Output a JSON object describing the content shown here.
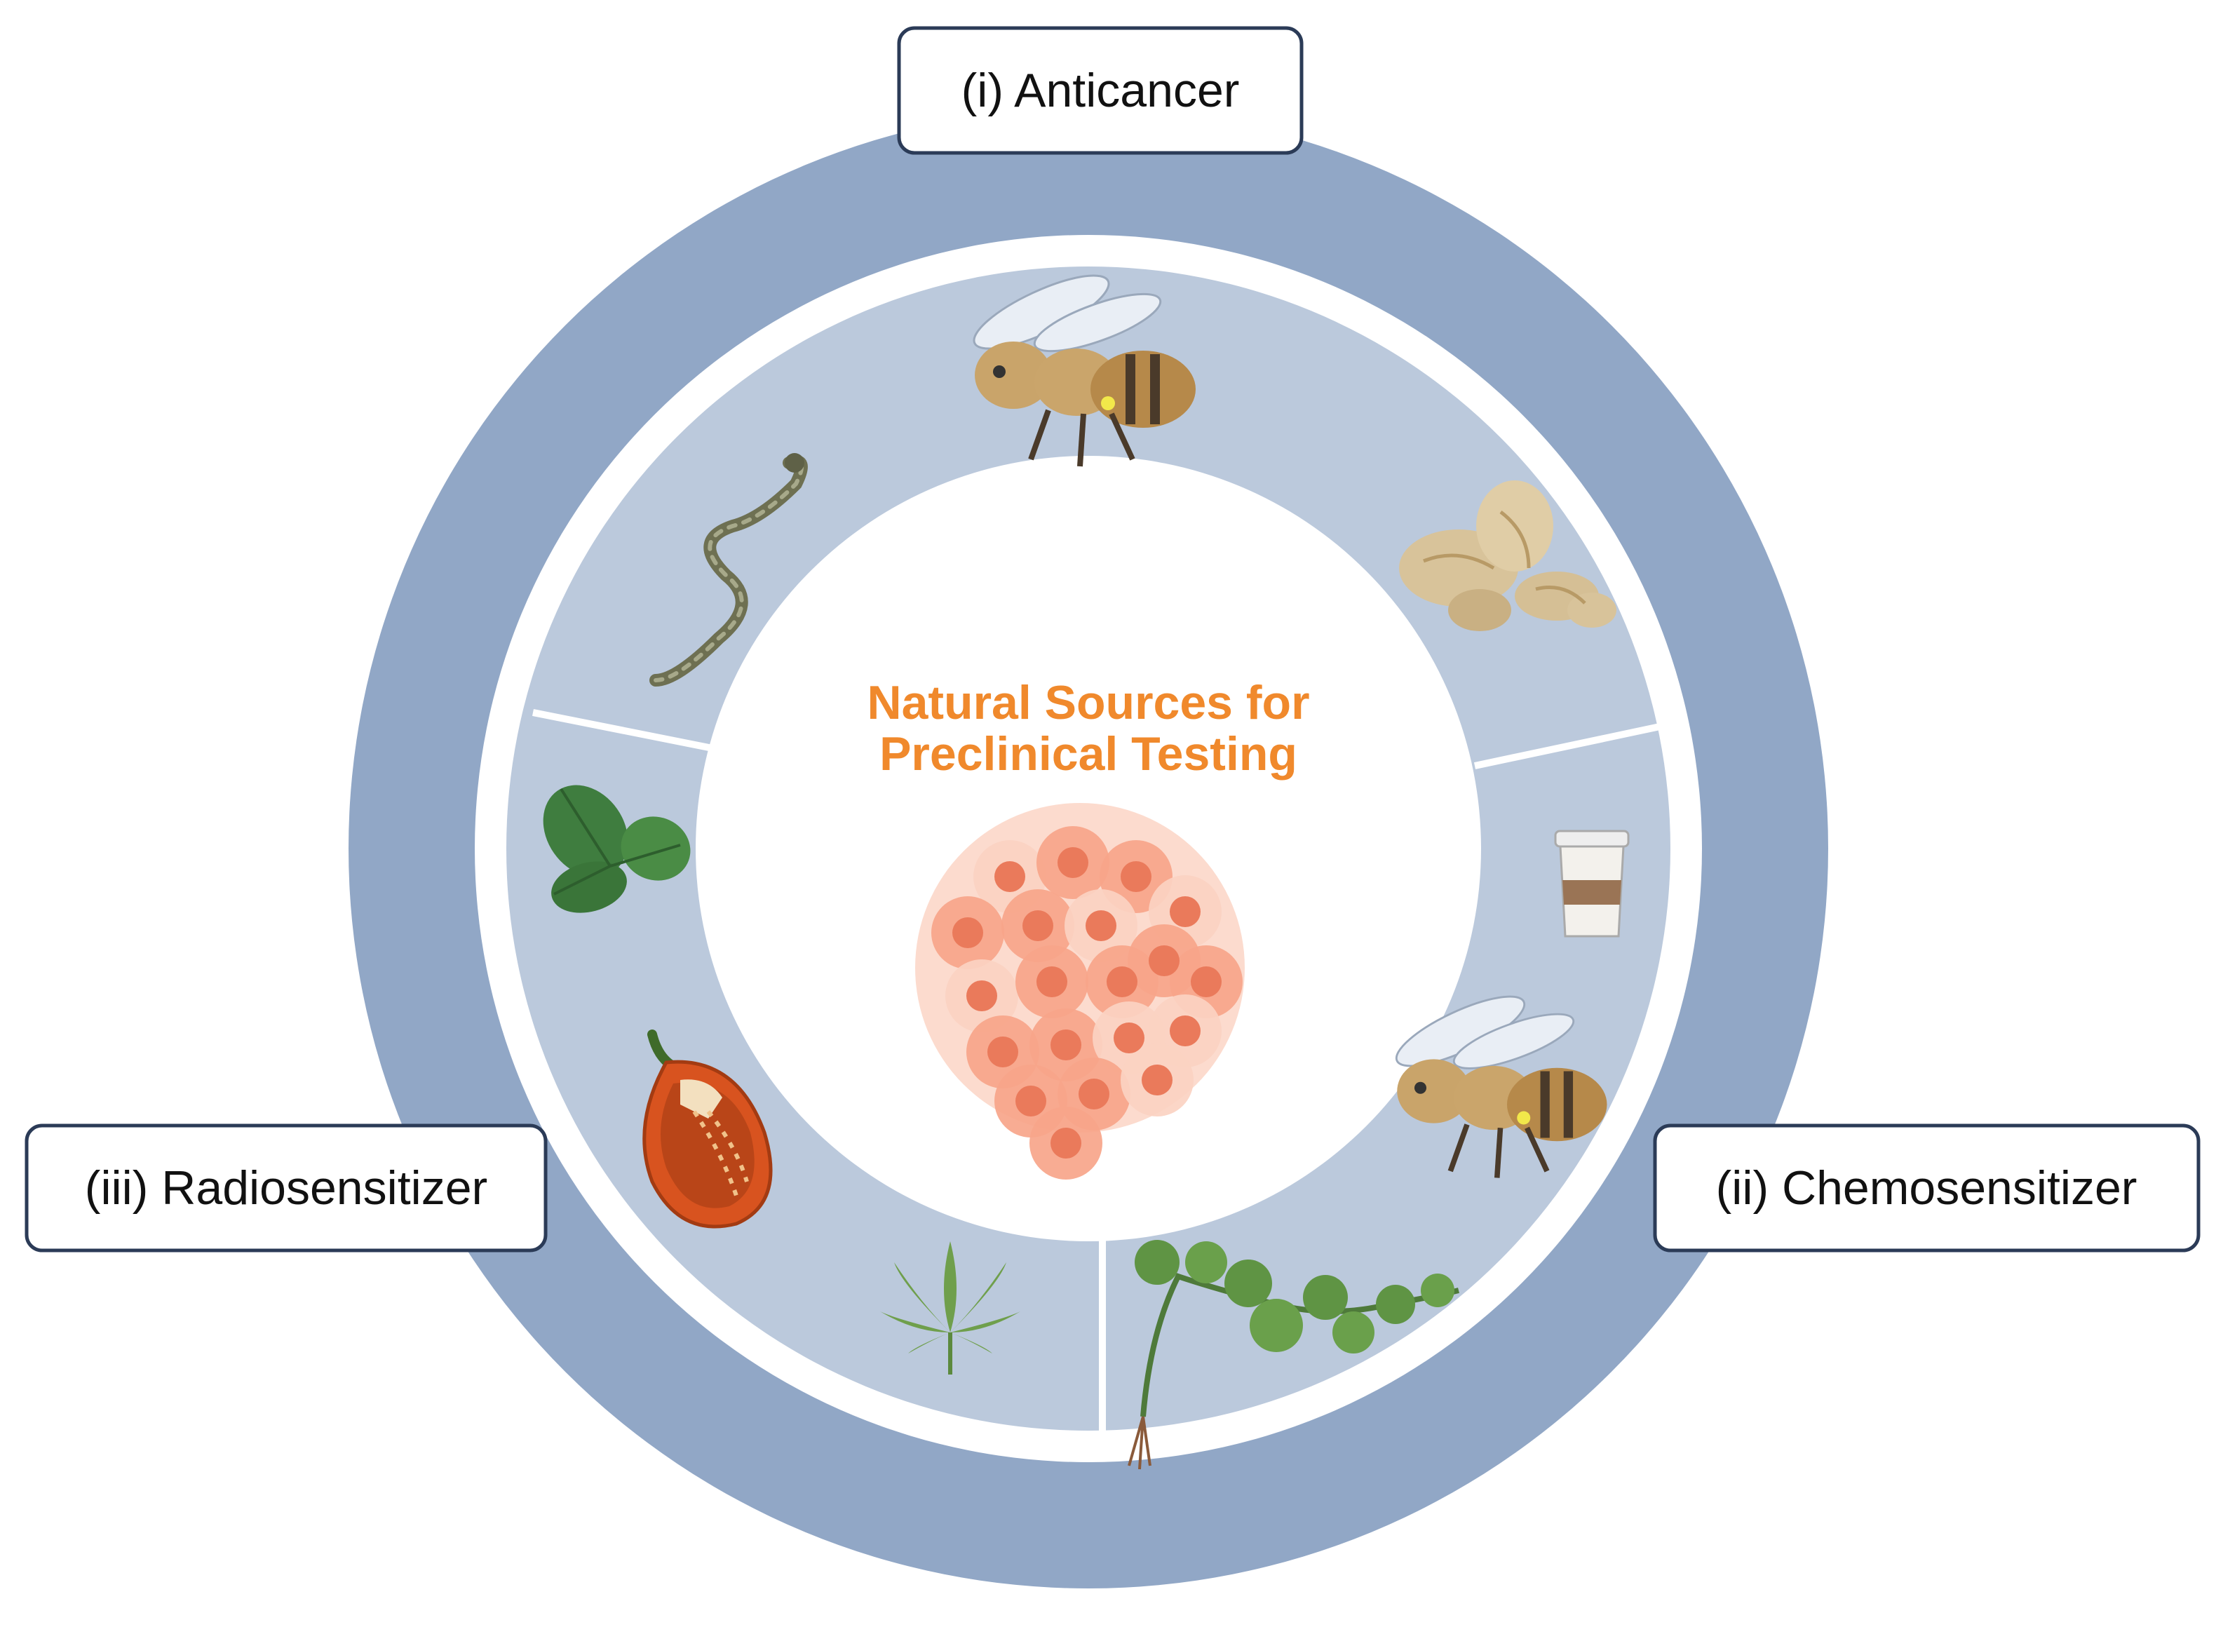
{
  "center": {
    "title_line1": "Natural Sources for",
    "title_line2": "Preclinical Testing"
  },
  "labels": {
    "anticancer": "(i) Anticancer",
    "chemosensitizer": "(ii) Chemosensitizer",
    "radiosensitizer": "(iii) Radiosensitizer"
  },
  "colors": {
    "outer_ring": "#91a7c6",
    "inner_ring": "#bbc9dc",
    "title": "#f0892c",
    "label_border": "#2b3b57",
    "tumor_light": "#fbd2c2",
    "tumor_mid": "#f7a58a",
    "tumor_nucleus": "#ea7a5b"
  },
  "icons": {
    "anticancer": [
      "bee-icon",
      "ginger-icon",
      "snake-icon"
    ],
    "chemosensitizer": [
      "coffee-cup-icon",
      "bee-icon",
      "vine-plant-icon"
    ],
    "radiosensitizer": [
      "cannabis-leaf-icon",
      "habanero-pepper-icon",
      "strawberry-leaf-icon"
    ]
  }
}
